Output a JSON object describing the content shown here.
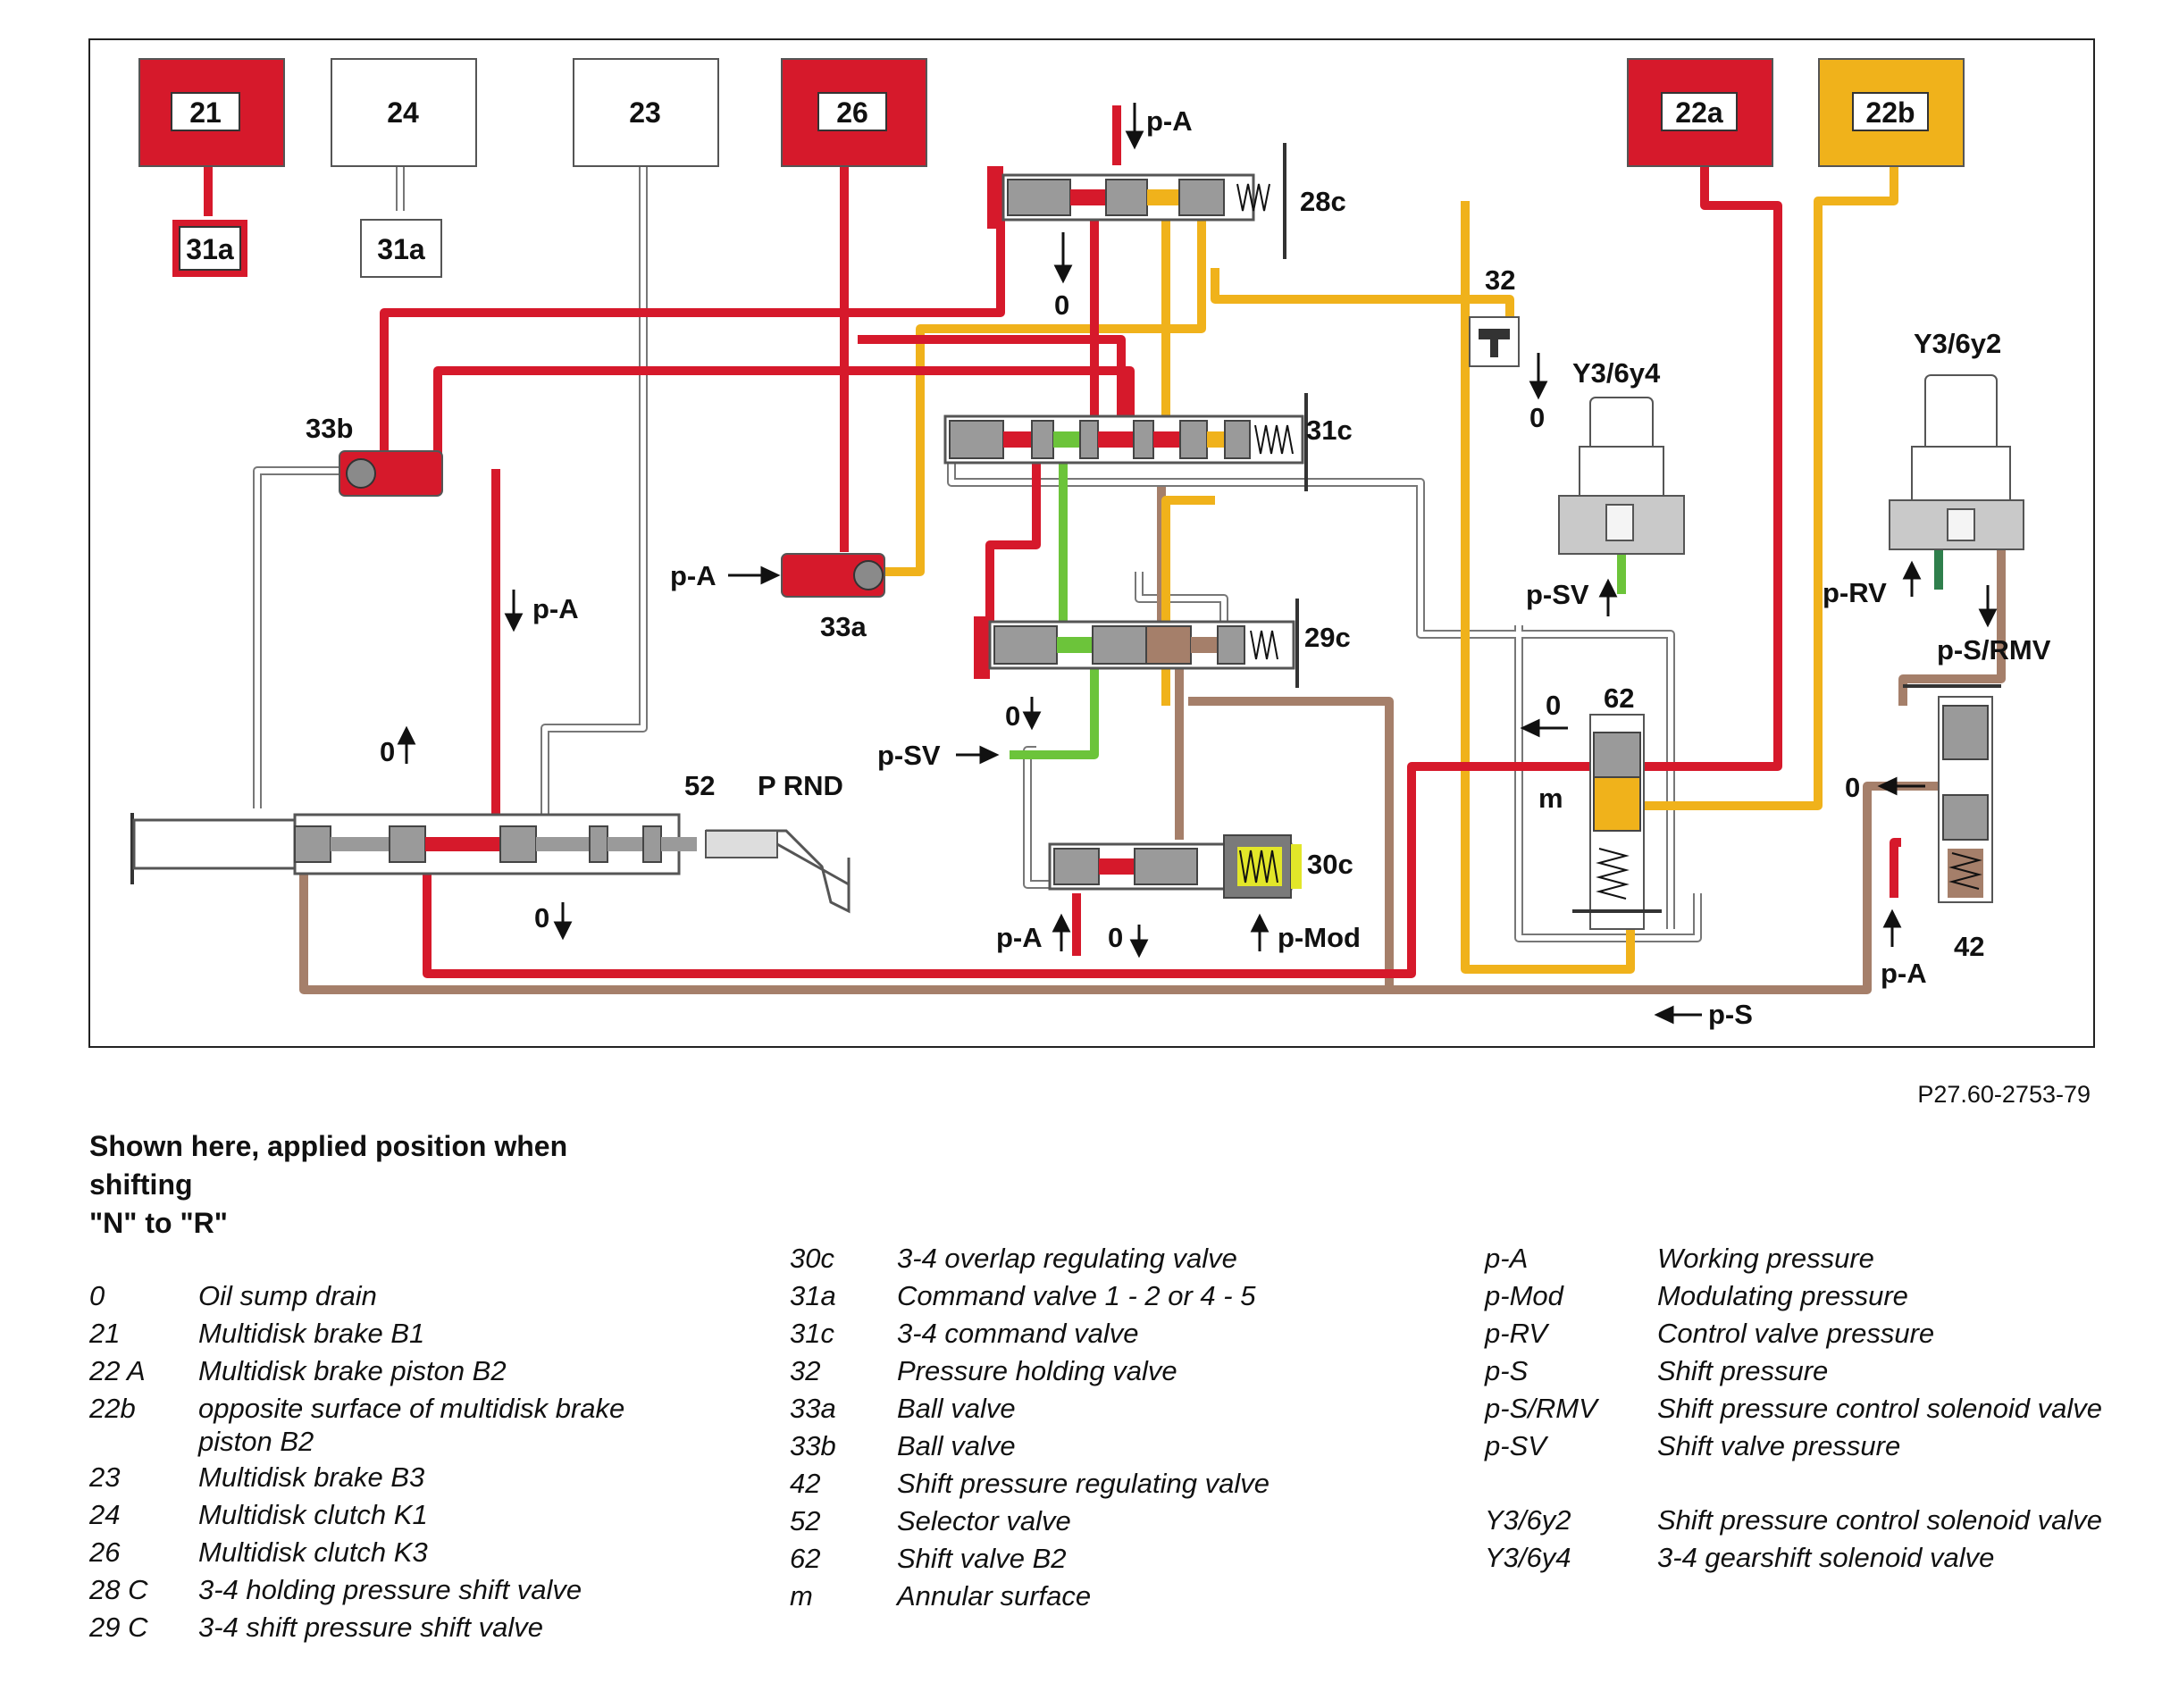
{
  "diagram": {
    "boxes": [
      {
        "id": "21",
        "label": "21"
      },
      {
        "id": "24",
        "label": "24"
      },
      {
        "id": "23",
        "label": "23"
      },
      {
        "id": "26",
        "label": "26"
      },
      {
        "id": "22a",
        "label": "22a"
      },
      {
        "id": "22b",
        "label": "22b"
      },
      {
        "id": "31a-red",
        "label": "31a"
      },
      {
        "id": "31a-white",
        "label": "31a"
      }
    ],
    "labels": {
      "pa_top": "p-A",
      "v28c": "28c",
      "zero_28c": "0",
      "v31c": "31c",
      "v33b": "33b",
      "v33a": "33a",
      "pa_33a": "p-A",
      "pa_left": "p-A",
      "v29c": "29c",
      "zero_29c": "0",
      "psv_left": "p-SV",
      "v30c": "30c",
      "pa_30c": "p-A",
      "zero_30c": "0",
      "pmod": "p-Mod",
      "zero_52_up": "0",
      "zero_52_down": "0",
      "v52": "52",
      "prnd": "P RND",
      "v32": "32",
      "zero_32": "0",
      "y3_6y4": "Y3/6y4",
      "psv_right": "p-SV",
      "v62": "62",
      "zero_62": "0",
      "m": "m",
      "y3_6y2": "Y3/6y2",
      "prv": "p-RV",
      "psrmv": "p-S/RMV",
      "zero_42": "0",
      "pa_42": "p-A",
      "v42": "42",
      "ps": "p-S"
    },
    "colors": {
      "red": "#d6192b",
      "yellow": "#f0b21b",
      "green": "#6cc43a",
      "brown": "#a57f6a",
      "lime": "#e2e629",
      "valve_gray": "#9a9a9a"
    }
  },
  "reference": "P27.60-2753-79",
  "caption": {
    "line1": "Shown here, applied position when",
    "line2": "shifting",
    "line3": "\"N\" to \"R\""
  },
  "legend_left": [
    {
      "code": "0",
      "desc": "Oil sump drain"
    },
    {
      "code": "21",
      "desc": "Multidisk brake B1"
    },
    {
      "code": "22 A",
      "desc": "Multidisk brake piston B2"
    },
    {
      "code": "22b",
      "desc": "opposite surface of multidisk brake piston B2"
    },
    {
      "code": "23",
      "desc": "Multidisk brake B3"
    },
    {
      "code": "24",
      "desc": "Multidisk clutch K1"
    },
    {
      "code": "26",
      "desc": "Multidisk clutch K3"
    },
    {
      "code": "28 C",
      "desc": "3-4 holding pressure shift valve"
    },
    {
      "code": "29 C",
      "desc": "3-4 shift pressure shift valve"
    }
  ],
  "legend_mid": [
    {
      "code": "30c",
      "desc": "3-4 overlap regulating valve"
    },
    {
      "code": "31a",
      "desc": "Command valve 1 - 2 or 4 - 5"
    },
    {
      "code": "31c",
      "desc": "3-4 command valve"
    },
    {
      "code": "32",
      "desc": "Pressure holding valve"
    },
    {
      "code": "33a",
      "desc": "Ball valve"
    },
    {
      "code": "33b",
      "desc": "Ball valve"
    },
    {
      "code": "42",
      "desc": "Shift pressure regulating valve"
    },
    {
      "code": "52",
      "desc": "Selector valve"
    },
    {
      "code": "62",
      "desc": "Shift valve B2"
    },
    {
      "code": "m",
      "desc": "Annular surface"
    }
  ],
  "legend_right": [
    {
      "code": "p-A",
      "desc": "Working pressure"
    },
    {
      "code": "p-Mod",
      "desc": "Modulating pressure"
    },
    {
      "code": "p-RV",
      "desc": "Control valve pressure"
    },
    {
      "code": "p-S",
      "desc": "Shift pressure"
    },
    {
      "code": "p-S/RMV",
      "desc": "Shift pressure control solenoid valve"
    },
    {
      "code": "p-SV",
      "desc": "Shift valve pressure"
    },
    {
      "code": "Y3/6y2",
      "desc": "Shift pressure control solenoid valve"
    },
    {
      "code": "Y3/6y4",
      "desc": "3-4 gearshift solenoid valve"
    }
  ]
}
